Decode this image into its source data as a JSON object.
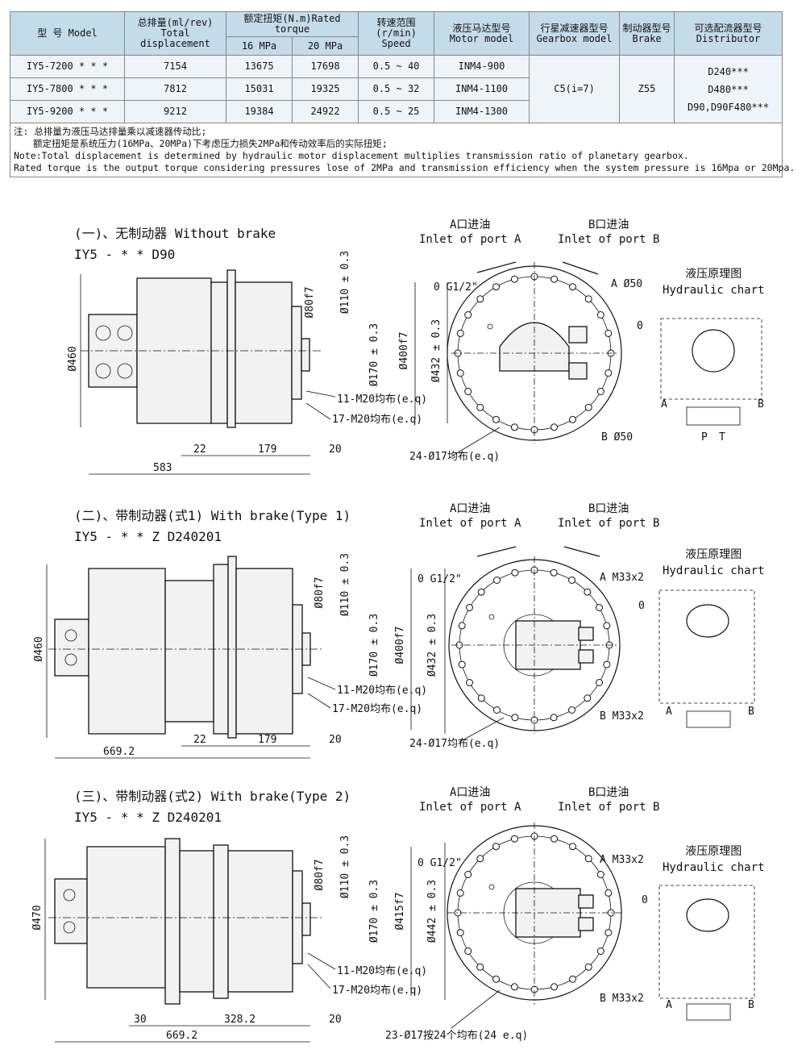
{
  "spec_table": {
    "headers": {
      "model": "型 号 Model",
      "displacement_cn": "总排量(ml/rev)",
      "displacement_en": "Total displacement",
      "torque_cn": "额定扭矩(N.m)Rated torque",
      "torque_16": "16 MPa",
      "torque_20": "20 MPa",
      "speed_cn": "转速范围",
      "speed_unit": "(r/min)",
      "speed_en": "Speed",
      "motor_cn": "液压马达型号",
      "motor_en": "Motor model",
      "gearbox_cn": "行星减速器型号",
      "gearbox_en": "Gearbox model",
      "brake_cn": "制动器型号",
      "brake_en": "Brake",
      "distributor_cn": "可选配流器型号",
      "distributor_en": "Distributor"
    },
    "rows": [
      {
        "model": "IY5-7200 * * *",
        "displacement": "7154",
        "torque_16": "13675",
        "torque_20": "17698",
        "speed": "0.5 ~ 40",
        "motor": "INM4-900"
      },
      {
        "model": "IY5-7800 * * *",
        "displacement": "7812",
        "torque_16": "15031",
        "torque_20": "19325",
        "speed": "0.5 ~ 32",
        "motor": "INM4-1100"
      },
      {
        "model": "IY5-9200 * * *",
        "displacement": "9212",
        "torque_16": "19384",
        "torque_20": "24922",
        "speed": "0.5 ~ 25",
        "motor": "INM4-1300"
      }
    ],
    "shared": {
      "gearbox": "C5(i=7)",
      "brake": "Z55",
      "distributor_1": "D240***",
      "distributor_2": "D480***",
      "distributor_3": "D90,D90F480***"
    },
    "notes": [
      "注: 总排量为液压马达排量乘以减速器传动比;",
      "额定扭矩是系统压力(16MPa、20MPa)下考虑压力损失2MPa和传动效率后的实际扭矩;",
      "Note:Total displacement is determined by hydraulic motor displacement multiplies transmission ratio of planetary gearbox.",
      "Rated torque is the output torque considering pressures lose of 2MPa and transmission efficiency when the system pressure is 16Mpa or 20Mpa."
    ]
  },
  "sections": [
    {
      "title": "(一)、无制动器 Without brake",
      "code": "IY5 - * * D90",
      "port_a_cn": "A口进油",
      "port_a_en": "Inlet of port A",
      "port_b_cn": "B口进油",
      "port_b_en": "Inlet of port B",
      "hyd_cn": "液压原理图",
      "hyd_en": "Hydraulic chart",
      "dims": {
        "d_body": "Ø460",
        "d80": "Ø80f7",
        "d110": "Ø110 ± 0.3",
        "d170": "Ø170 ± 0.3",
        "d_pilot": "Ø400f7",
        "d_pcd": "Ø432 ± 0.3",
        "holes_1": "11-M20均布(e.q)",
        "holes_2": "17-M20均布(e.q)",
        "len_a": "22",
        "len_b": "179",
        "len_c": "20",
        "total": "583",
        "mount_holes": "24-Ø17均布(e.q)",
        "g_port": "0 G1/2\"",
        "port_a": "A Ø50",
        "port_b": "B Ø50",
        "hyd_zero": "0",
        "hyd_a": "A",
        "hyd_b": "B",
        "hyd_p": "P",
        "hyd_t": "T"
      }
    },
    {
      "title": "(二)、带制动器(式1) With brake(Type 1)",
      "code": "IY5 - * * Z D240201",
      "port_a_cn": "A口进油",
      "port_a_en": "Inlet of port A",
      "port_b_cn": "B口进油",
      "port_b_en": "Inlet of port B",
      "hyd_cn": "液压原理图",
      "hyd_en": "Hydraulic chart",
      "dims": {
        "d_body": "Ø460",
        "d80": "Ø80f7",
        "d110": "Ø110 ± 0.3",
        "d170": "Ø170 ± 0.3",
        "d_pilot": "Ø400f7",
        "d_pcd": "Ø432 ± 0.3",
        "holes_1": "11-M20均布(e.q)",
        "holes_2": "17-M20均布(e.q)",
        "len_a": "22",
        "len_b": "179",
        "len_c": "20",
        "total": "669.2",
        "mount_holes": "24-Ø17均布(e.q)",
        "g_port": "0 G1/2\"",
        "port_a": "A M33x2",
        "port_b": "B M33x2",
        "hyd_zero": "0",
        "hyd_a": "A",
        "hyd_b": "B"
      }
    },
    {
      "title": "(三)、带制动器(式2) With brake(Type 2)",
      "code": "IY5 - * * Z D240201",
      "port_a_cn": "A口进油",
      "port_a_en": "Inlet of port A",
      "port_b_cn": "B口进油",
      "port_b_en": "Inlet of port B",
      "hyd_cn": "液压原理图",
      "hyd_en": "Hydraulic chart",
      "dims": {
        "d_body": "Ø470",
        "d80": "Ø80f7",
        "d110": "Ø110 ± 0.3",
        "d170": "Ø170 ± 0.3",
        "d_pilot": "Ø415f7",
        "d_pcd": "Ø442 ± 0.3",
        "holes_1": "11-M20均布(e.q)",
        "holes_2": "17-M20均布(e.q)",
        "len_a": "30",
        "len_b": "328.2",
        "len_c": "20",
        "total": "669.2",
        "mount_holes": "23-Ø17按24个均布(24 e.q)",
        "g_port": "0 G1/2\"",
        "port_a": "A M33x2",
        "port_b": "B M33x2",
        "hyd_zero": "0",
        "hyd_a": "A",
        "hyd_b": "B"
      }
    }
  ]
}
